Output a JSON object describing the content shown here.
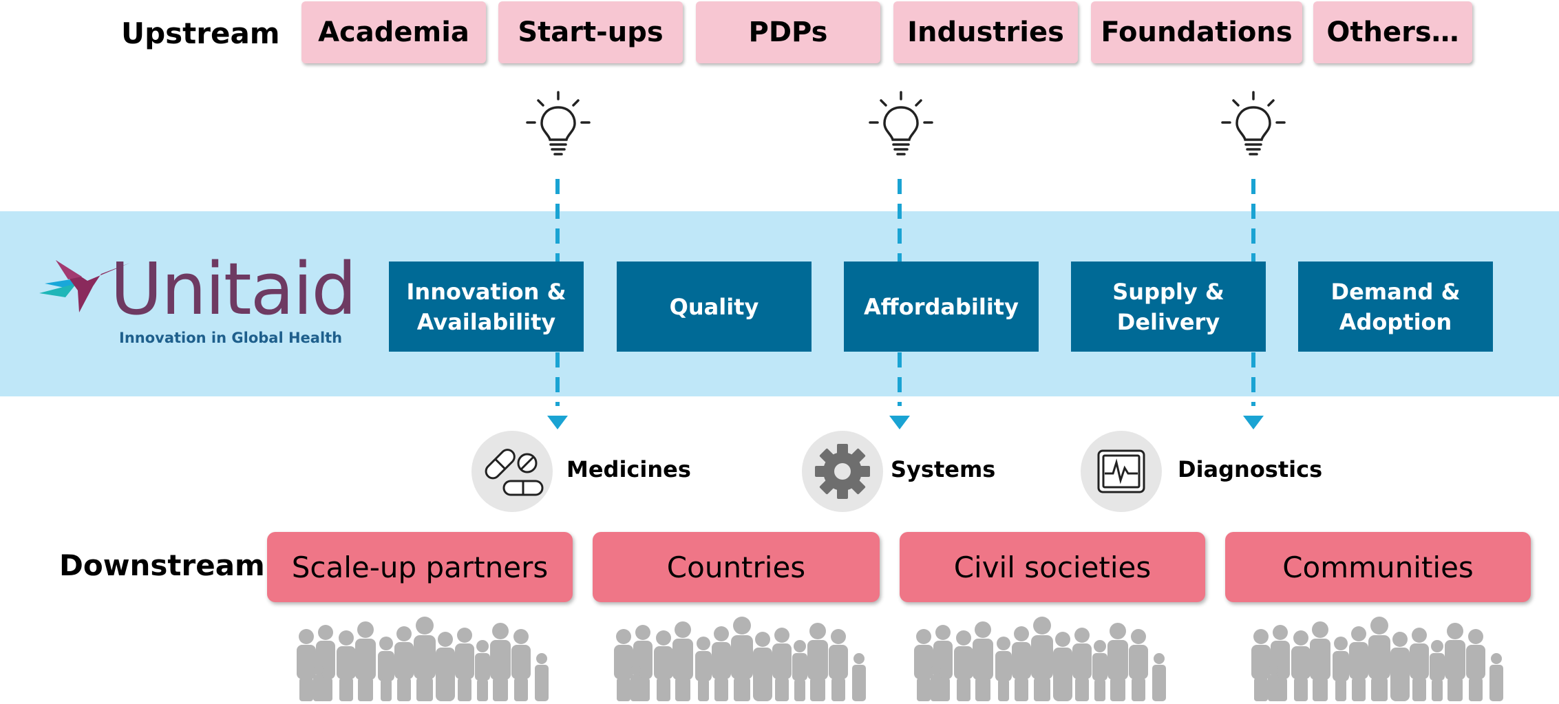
{
  "upstream": {
    "label": "Upstream",
    "items": [
      "Academia",
      "Start-ups",
      "PDPs",
      "Industries",
      "Foundations",
      "Others…"
    ]
  },
  "logo": {
    "name": "Unitaid",
    "tagline": "Innovation in Global Health"
  },
  "pillars": [
    {
      "line1": "Innovation &",
      "line2": "Availability"
    },
    {
      "line1": "Quality",
      "line2": ""
    },
    {
      "line1": "Affordability",
      "line2": ""
    },
    {
      "line1": "Supply &",
      "line2": "Delivery"
    },
    {
      "line1": "Demand &",
      "line2": "Adoption"
    }
  ],
  "outputs": [
    {
      "label": "Medicines",
      "icon": "pills-icon"
    },
    {
      "label": "Systems",
      "icon": "gear-icon"
    },
    {
      "label": "Diagnostics",
      "icon": "monitor-icon"
    }
  ],
  "downstream": {
    "label": "Downstream",
    "items": [
      "Scale-up partners",
      "Countries",
      "Civil societies",
      "Communities"
    ]
  },
  "colors": {
    "upstream_box": "#f7c6d2",
    "downstream_box": "#ef7687",
    "band": "#bfe7f8",
    "pillar": "#006a96",
    "arrow": "#1aa3d3",
    "logo_purple": "#6e3a62",
    "logo_tagline": "#1e5f8c",
    "people": "#b3b3b3"
  }
}
